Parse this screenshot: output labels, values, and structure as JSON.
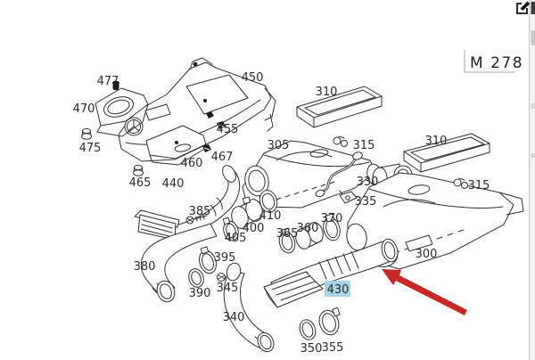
{
  "window": {
    "model_code": "M 278",
    "edit_icon": "pencil-square"
  },
  "colors": {
    "background": "#ffffff",
    "line_art": "#2f2f2f",
    "arrow": "#c62828",
    "highlight": "#a9d4e5",
    "divider": "#cfcfcf"
  },
  "arrow": {
    "target_part": "430",
    "direction": "pointing-upper-left"
  },
  "diagram": {
    "highlighted_label": "430",
    "labels": [
      {
        "text": "477"
      },
      {
        "text": "470"
      },
      {
        "text": "475"
      },
      {
        "text": "450"
      },
      {
        "text": "455"
      },
      {
        "text": "460"
      },
      {
        "text": "467"
      },
      {
        "text": "465"
      },
      {
        "text": "440"
      },
      {
        "text": "310"
      },
      {
        "text": "305"
      },
      {
        "text": "315"
      },
      {
        "text": "310"
      },
      {
        "text": "330"
      },
      {
        "text": "335"
      },
      {
        "text": "315"
      },
      {
        "text": "385"
      },
      {
        "text": "410"
      },
      {
        "text": "400"
      },
      {
        "text": "405"
      },
      {
        "text": "395"
      },
      {
        "text": "345"
      },
      {
        "text": "390"
      },
      {
        "text": "380"
      },
      {
        "text": "340"
      },
      {
        "text": "370"
      },
      {
        "text": "360"
      },
      {
        "text": "365"
      },
      {
        "text": "300"
      },
      {
        "text": "430"
      },
      {
        "text": "350"
      },
      {
        "text": "355"
      }
    ]
  }
}
